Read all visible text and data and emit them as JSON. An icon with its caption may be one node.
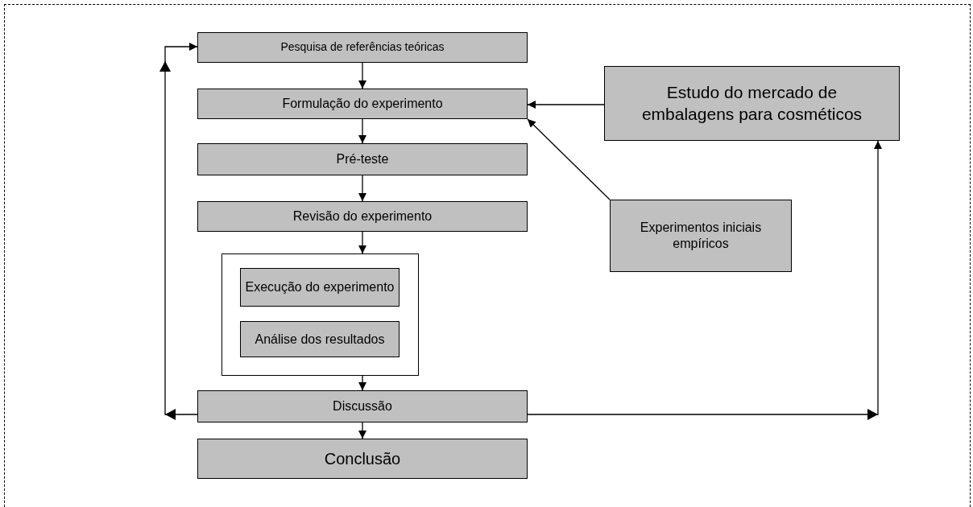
{
  "diagram": {
    "nodes": [
      {
        "text": [
          "Pesquisa de referências teóricas"
        ]
      },
      {
        "text": [
          "Formulação do experimento"
        ]
      },
      {
        "text": [
          "Pré-teste"
        ]
      },
      {
        "text": [
          "Revisão do experimento"
        ]
      },
      {
        "text": [],
        "shape": "box"
      },
      {
        "text": [
          "Execução do experimento"
        ],
        "in": 4
      },
      {
        "text": [
          "Análise dos resultados"
        ],
        "in": 4
      },
      {
        "text": [
          "Discussão"
        ]
      },
      {
        "text": [
          "Conclusão"
        ]
      },
      {
        "text": [
          "Estudo do mercado de embalagens para cosméticos"
        ]
      },
      {
        "text": [
          "Experimentos iniciais empíricos"
        ]
      }
    ],
    "edges": [
      {
        "from": 0,
        "to": 1,
        "arrow": "to"
      },
      {
        "from": 1,
        "to": 2,
        "arrow": "to"
      },
      {
        "from": 2,
        "to": 3,
        "arrow": "to"
      },
      {
        "from": 3,
        "to": 4,
        "arrow": "to"
      },
      {
        "from": 4,
        "to": 7,
        "arrow": "to"
      },
      {
        "from": 7,
        "to": 8,
        "arrow": "to"
      },
      {
        "from": 9,
        "to": 1,
        "arrow": "to"
      },
      {
        "from": 10,
        "to": 1,
        "arrow": "to"
      },
      {
        "from": 7,
        "to": 0,
        "arrow": "to"
      },
      {
        "from": 7,
        "to": 9,
        "arrow": "to"
      }
    ]
  }
}
